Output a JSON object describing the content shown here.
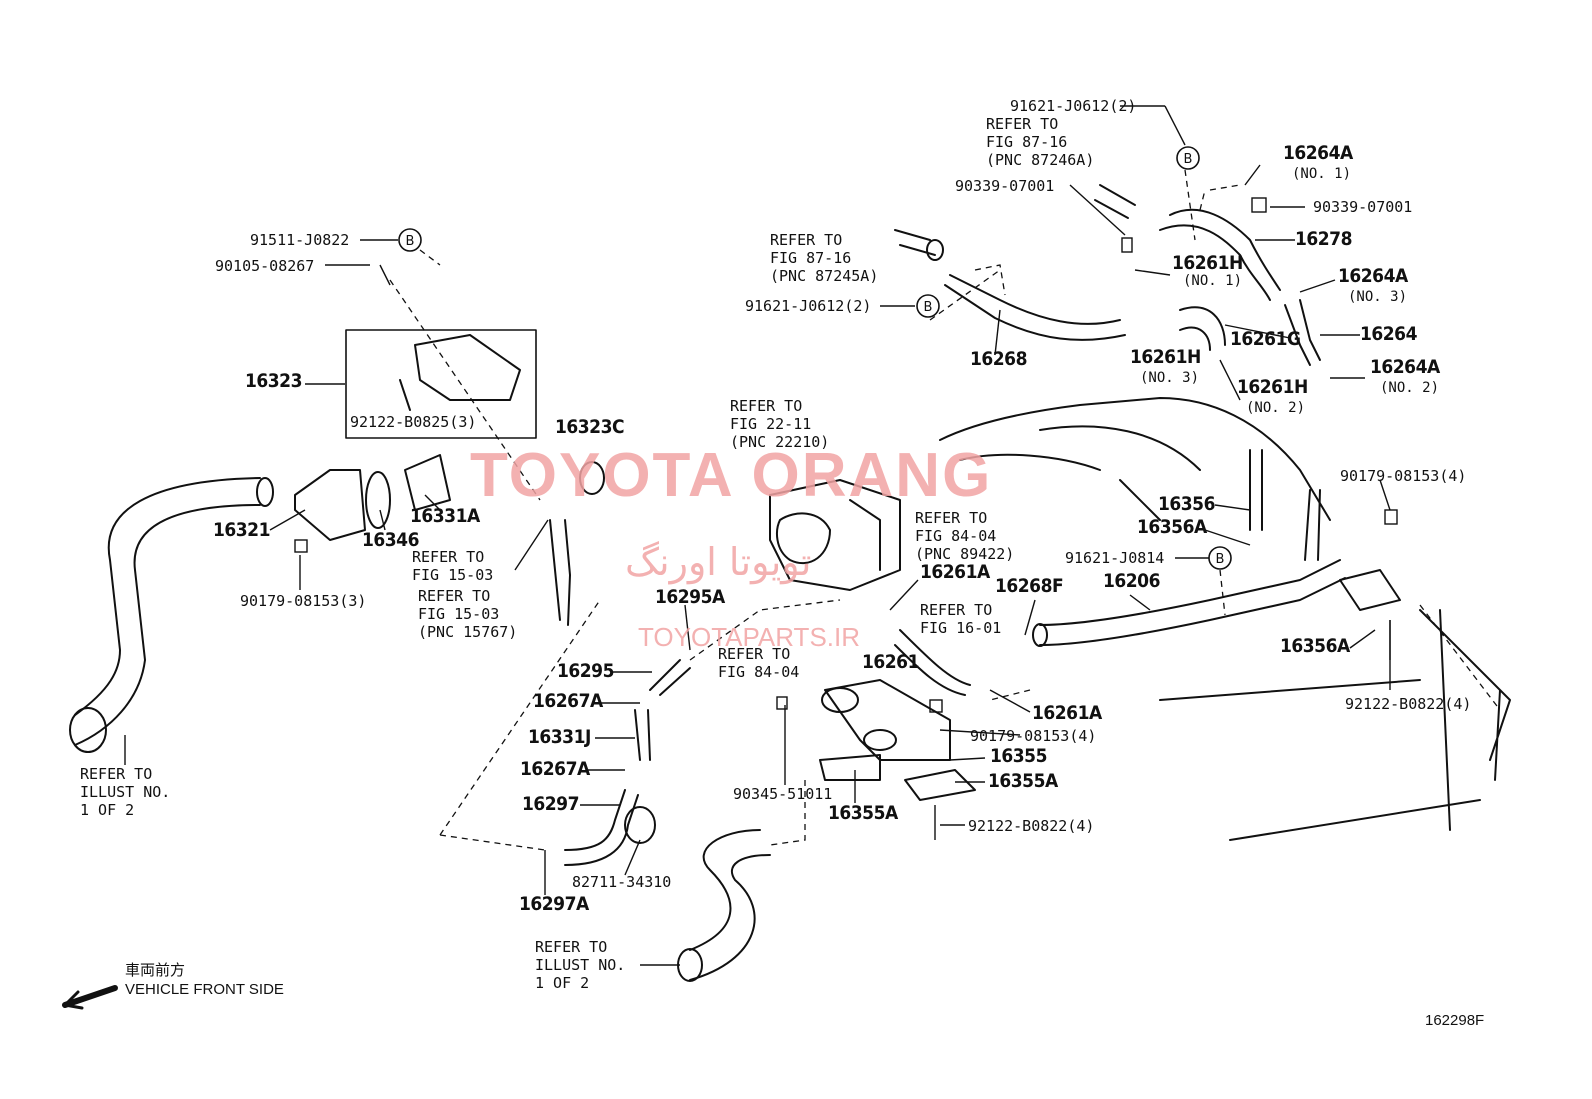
{
  "diagram": {
    "figure_code": "162298F",
    "front_label_jp": "車両前方",
    "front_label_en": "VEHICLE FRONT SIDE",
    "watermark": {
      "title": "TOYOTA ORANG",
      "persian": "تویوتا اورنگ",
      "site": "TOYOTAPARTS.IR"
    },
    "callout_symbol": "B",
    "labels": [
      {
        "text": "91621-J0612(2)",
        "kind": "code"
      },
      {
        "text": "REFER TO\nFIG 87-16\n(PNC 87246A)",
        "kind": "note"
      },
      {
        "text": "16264A",
        "kind": "pn"
      },
      {
        "text": "(NO. 1)",
        "kind": "sub"
      },
      {
        "text": "90339-07001",
        "kind": "code"
      },
      {
        "text": "90339-07001",
        "kind": "code"
      },
      {
        "text": "16278",
        "kind": "pn"
      },
      {
        "text": "REFER TO\nFIG 87-16\n(PNC 87245A)",
        "kind": "note"
      },
      {
        "text": "16261H",
        "kind": "pn"
      },
      {
        "text": "(NO. 1)",
        "kind": "sub"
      },
      {
        "text": "16264A",
        "kind": "pn"
      },
      {
        "text": "(NO. 3)",
        "kind": "sub"
      },
      {
        "text": "91621-J0612(2)",
        "kind": "code"
      },
      {
        "text": "16261G",
        "kind": "pn"
      },
      {
        "text": "16264",
        "kind": "pn"
      },
      {
        "text": "16268",
        "kind": "pn"
      },
      {
        "text": "16261H",
        "kind": "pn"
      },
      {
        "text": "(NO. 3)",
        "kind": "sub"
      },
      {
        "text": "16264A",
        "kind": "pn"
      },
      {
        "text": "(NO. 2)",
        "kind": "sub"
      },
      {
        "text": "16261H",
        "kind": "pn"
      },
      {
        "text": "(NO. 2)",
        "kind": "sub"
      },
      {
        "text": "91511-J0822",
        "kind": "code"
      },
      {
        "text": "90105-08267",
        "kind": "code"
      },
      {
        "text": "16323",
        "kind": "pn"
      },
      {
        "text": "92122-B0825(3)",
        "kind": "code"
      },
      {
        "text": "16323C",
        "kind": "pn"
      },
      {
        "text": "REFER TO\nFIG 22-11\n(PNC 22210)",
        "kind": "note"
      },
      {
        "text": "90179-08153(4)",
        "kind": "code"
      },
      {
        "text": "16356",
        "kind": "pn"
      },
      {
        "text": "16356A",
        "kind": "pn"
      },
      {
        "text": "91621-J0814",
        "kind": "code"
      },
      {
        "text": "16206",
        "kind": "pn"
      },
      {
        "text": "16321",
        "kind": "pn"
      },
      {
        "text": "16331A",
        "kind": "pn"
      },
      {
        "text": "16346",
        "kind": "pn"
      },
      {
        "text": "90179-08153(3)",
        "kind": "code"
      },
      {
        "text": "REFER TO\nFIG 15-03",
        "kind": "note"
      },
      {
        "text": "REFER TO\nFIG 15-03\n(PNC 15767)",
        "kind": "note"
      },
      {
        "text": "REFER TO\nFIG 84-04\n(PNC 89422)",
        "kind": "note"
      },
      {
        "text": "16261A",
        "kind": "pn"
      },
      {
        "text": "16268F",
        "kind": "pn"
      },
      {
        "text": "REFER TO\nFIG 16-01",
        "kind": "note"
      },
      {
        "text": "16295A",
        "kind": "pn"
      },
      {
        "text": "16356A",
        "kind": "pn"
      },
      {
        "text": "92122-B0822(4)",
        "kind": "code"
      },
      {
        "text": "16295",
        "kind": "pn"
      },
      {
        "text": "REFER TO\nFIG 84-04",
        "kind": "note"
      },
      {
        "text": "16261",
        "kind": "pn"
      },
      {
        "text": "16267A",
        "kind": "pn"
      },
      {
        "text": "16261A",
        "kind": "pn"
      },
      {
        "text": "16331J",
        "kind": "pn"
      },
      {
        "text": "90179-08153(4)",
        "kind": "code"
      },
      {
        "text": "16355",
        "kind": "pn"
      },
      {
        "text": "16267A",
        "kind": "pn"
      },
      {
        "text": "16355A",
        "kind": "pn"
      },
      {
        "text": "REFER TO\nILLUST NO.\n1 OF 2",
        "kind": "note"
      },
      {
        "text": "90345-51011",
        "kind": "code"
      },
      {
        "text": "16297",
        "kind": "pn"
      },
      {
        "text": "16355A",
        "kind": "pn"
      },
      {
        "text": "92122-B0822(4)",
        "kind": "code"
      },
      {
        "text": "82711-34310",
        "kind": "code"
      },
      {
        "text": "16297A",
        "kind": "pn"
      },
      {
        "text": "REFER TO\nILLUST NO.\n1 OF 2",
        "kind": "note"
      }
    ]
  }
}
